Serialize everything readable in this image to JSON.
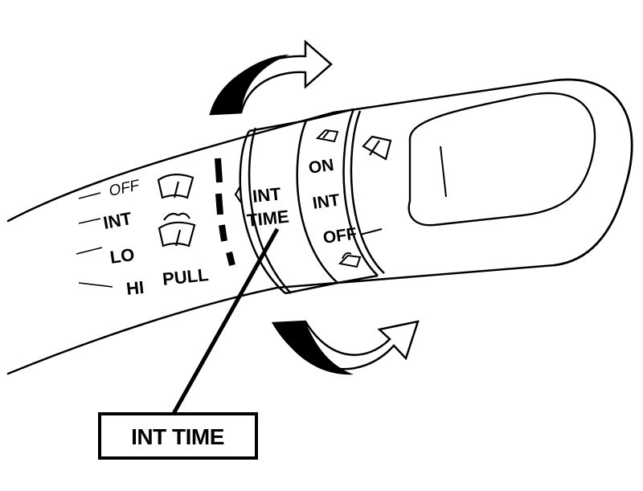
{
  "stalk_positions": {
    "off": "OFF",
    "int": "INT",
    "lo": "LO",
    "hi": "HI",
    "pull": "PULL"
  },
  "ring_label": {
    "line1": "INT",
    "line2": "TIME"
  },
  "outer_ring_positions": {
    "on": "ON",
    "int": "INT",
    "off": "OFF"
  },
  "callout": {
    "label": "INT TIME"
  },
  "icons": {
    "wiper": "wiper-icon",
    "wiper_washer": "wiper-washer-icon",
    "rear_wiper": "rear-wiper-icon",
    "rear_washer": "rear-washer-icon",
    "rotation_arrow": "rotation-arrow-icon"
  }
}
